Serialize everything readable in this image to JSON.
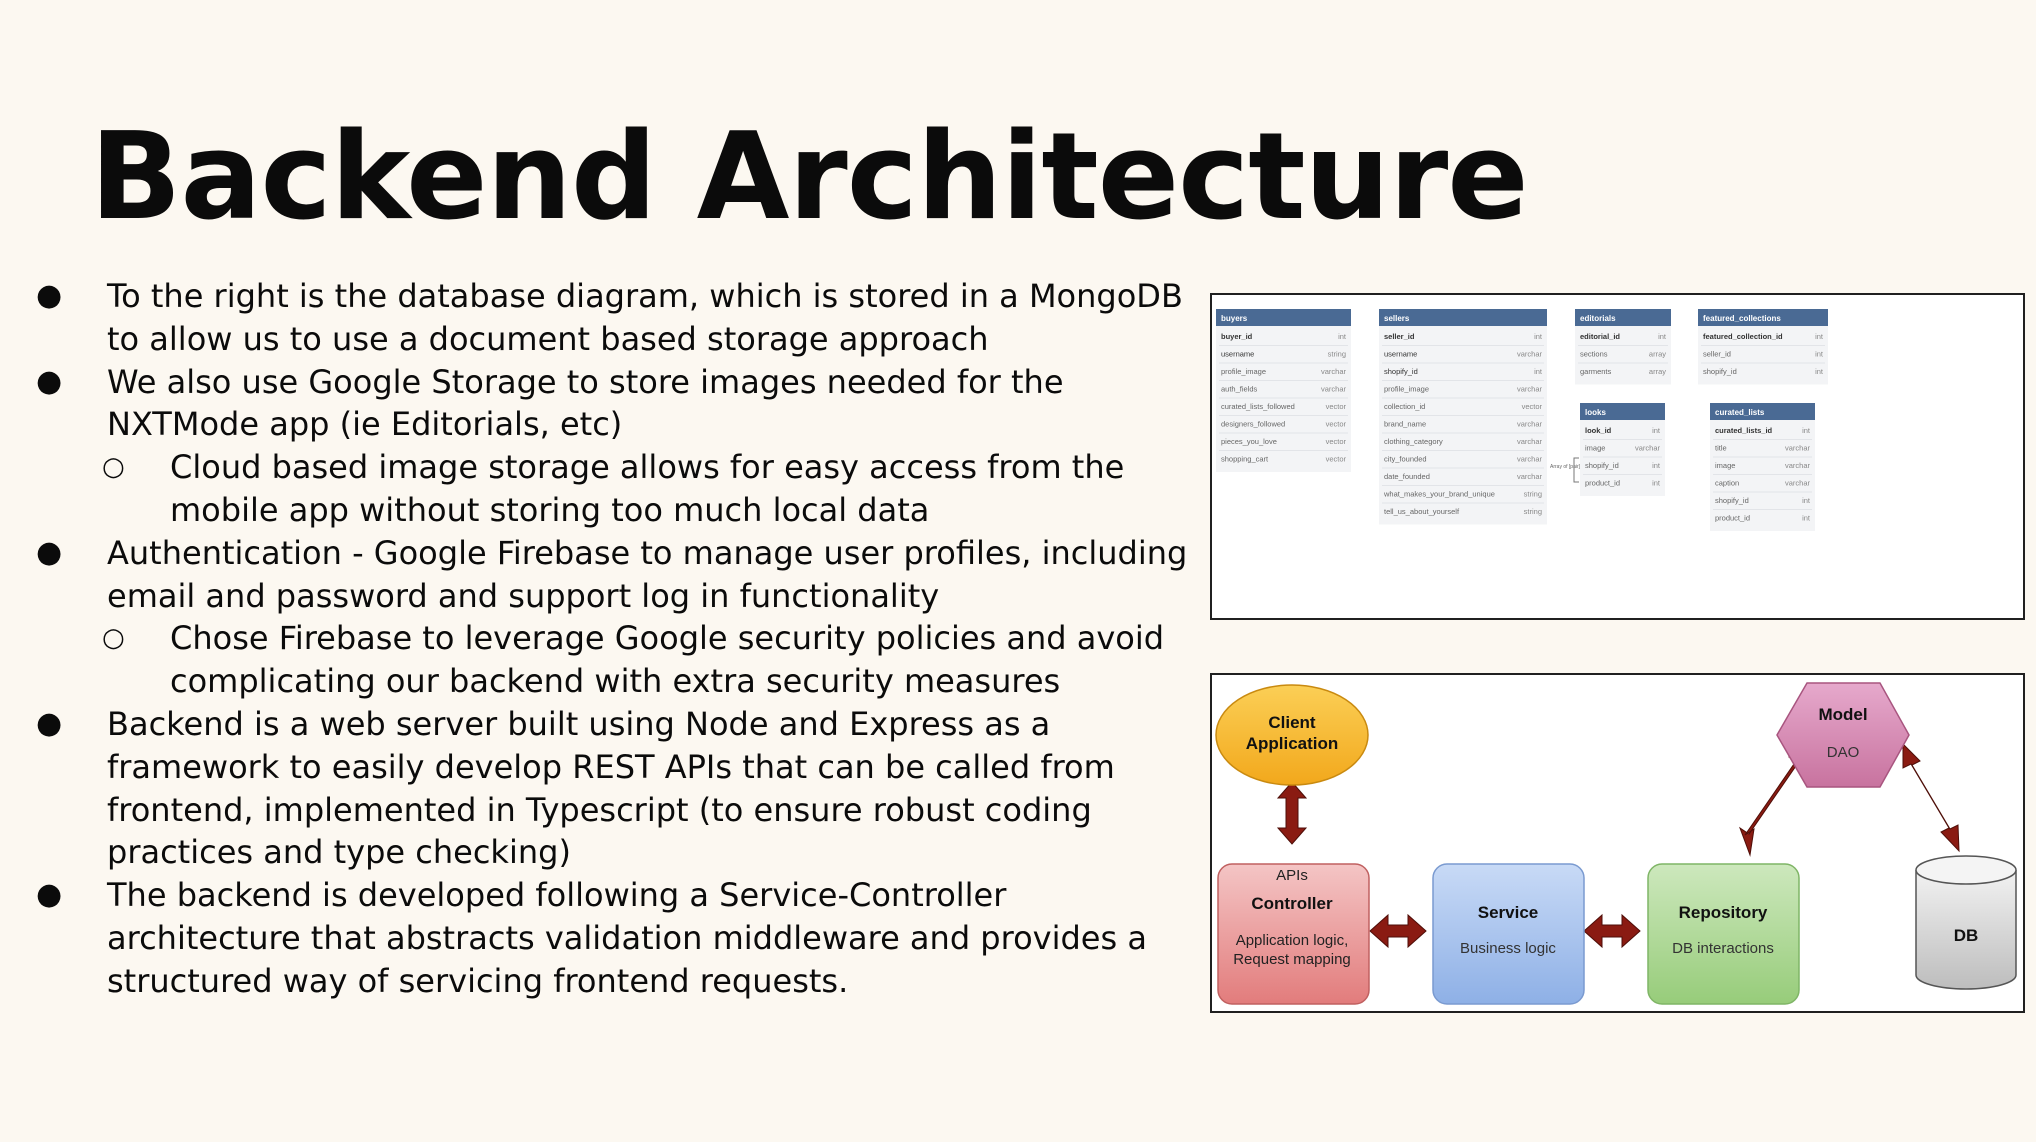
{
  "title": "Backend Architecture",
  "bullets": [
    {
      "level": 1,
      "text": "To the right is the database diagram, which is stored in a MongoDB to allow us to use a document based storage approach"
    },
    {
      "level": 1,
      "text": "We also use Google Storage to store images needed for the NXTMode app (ie Editorials, etc)"
    },
    {
      "level": 2,
      "text": "Cloud based image storage allows for easy access from the mobile app without storing too much local data"
    },
    {
      "level": 1,
      "text": "Authentication - Google Firebase to manage user profiles, including email and password and support log in functionality"
    },
    {
      "level": 2,
      "text": "Chose Firebase to leverage Google security policies and avoid complicating our backend with extra security measures"
    },
    {
      "level": 1,
      "text": "Backend is a web server built using Node and Express as a framework to easily develop REST APIs that can be called from frontend, implemented in Typescript (to ensure robust coding practices and type checking)"
    },
    {
      "level": 1,
      "text": "The backend is developed following a Service-Controller architecture that abstracts validation middleware and provides a structured way of servicing frontend requests."
    }
  ],
  "db_diagram": {
    "buyers": {
      "name": "buyers",
      "fields": [
        {
          "name": "buyer_id",
          "type": "int"
        },
        {
          "name": "username",
          "type": "string"
        },
        {
          "name": "profile_image",
          "type": "varchar"
        },
        {
          "name": "auth_fields",
          "type": "varchar"
        },
        {
          "name": "curated_lists_followed",
          "type": "vector"
        },
        {
          "name": "designers_followed",
          "type": "vector"
        },
        {
          "name": "pieces_you_love",
          "type": "vector"
        },
        {
          "name": "shopping_cart",
          "type": "vector"
        }
      ]
    },
    "sellers": {
      "name": "sellers",
      "fields": [
        {
          "name": "seller_id",
          "type": "int"
        },
        {
          "name": "username",
          "type": "varchar"
        },
        {
          "name": "shopify_id",
          "type": "int"
        },
        {
          "name": "profile_image",
          "type": "varchar"
        },
        {
          "name": "collection_id",
          "type": "vector"
        },
        {
          "name": "brand_name",
          "type": "varchar"
        },
        {
          "name": "clothing_category",
          "type": "varchar"
        },
        {
          "name": "city_founded",
          "type": "varchar"
        },
        {
          "name": "date_founded",
          "type": "varchar"
        },
        {
          "name": "what_makes_your_brand_unique",
          "type": "string"
        },
        {
          "name": "tell_us_about_yourself",
          "type": "string"
        }
      ]
    },
    "editorials": {
      "name": "editorials",
      "fields": [
        {
          "name": "editorial_id",
          "type": "int"
        },
        {
          "name": "sections",
          "type": "array"
        },
        {
          "name": "garments",
          "type": "array"
        }
      ]
    },
    "featured_collections": {
      "name": "featured_collections",
      "fields": [
        {
          "name": "featured_collection_id",
          "type": "int"
        },
        {
          "name": "seller_id",
          "type": "int"
        },
        {
          "name": "shopify_id",
          "type": "int"
        }
      ]
    },
    "looks": {
      "name": "looks",
      "fields": [
        {
          "name": "look_id",
          "type": "int"
        },
        {
          "name": "image",
          "type": "varchar"
        },
        {
          "name": "shopify_id",
          "type": "int"
        },
        {
          "name": "product_id",
          "type": "int"
        }
      ]
    },
    "curated_lists": {
      "name": "curated_lists",
      "fields": [
        {
          "name": "curated_lists_id",
          "type": "int"
        },
        {
          "name": "title",
          "type": "varchar"
        },
        {
          "name": "image",
          "type": "varchar"
        },
        {
          "name": "caption",
          "type": "varchar"
        },
        {
          "name": "shopify_id",
          "type": "int"
        },
        {
          "name": "product_id",
          "type": "int"
        }
      ]
    },
    "relation_note": "Array of [pair]"
  },
  "architecture": {
    "client": {
      "line1": "Client",
      "line2": "Application"
    },
    "apis_label": "APIs",
    "controller": {
      "title": "Controller",
      "line1": "Application logic,",
      "line2": "Request mapping"
    },
    "service": {
      "title": "Service",
      "subtitle": "Business logic"
    },
    "repository": {
      "title": "Repository",
      "subtitle": "DB interactions"
    },
    "model": {
      "title": "Model",
      "subtitle": "DAO"
    },
    "db": {
      "title": "DB"
    },
    "colors": {
      "client": "#f5b52e",
      "controller": "#e98f8f",
      "service": "#9ebbe9",
      "repository": "#a8d48f",
      "model": "#d58ab3",
      "db": "#d6d6d6",
      "arrow": "#8a1b12",
      "table_header": "#4a6a94"
    }
  }
}
